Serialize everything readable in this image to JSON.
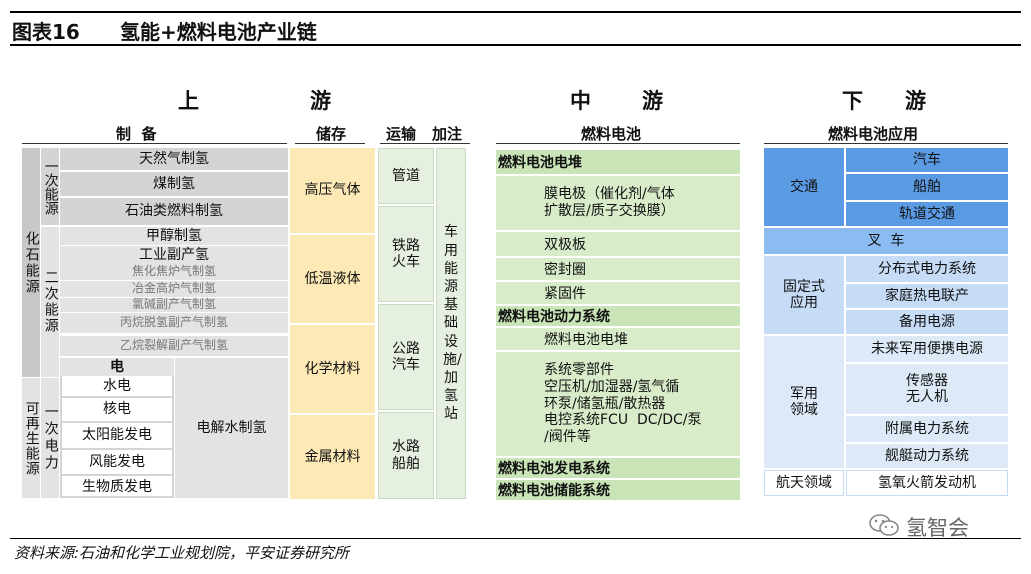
{
  "header": {
    "title": "图表16",
    "subtitle": "氢能+燃料电池产业链"
  },
  "streams": {
    "upstream": [
      "上",
      "游"
    ],
    "midstream": [
      "中",
      "游"
    ],
    "downstream": [
      "下",
      "游"
    ]
  },
  "sub_headers": {
    "prep": "制  备",
    "storage": "储存",
    "transport": "运输",
    "refuel": "加注",
    "fuel_cell": "燃料电池",
    "application": "燃料电池应用"
  },
  "upstream": {
    "fossil_label": "化石能源",
    "primary_label": "一次能源",
    "secondary_label": "二次能源",
    "renewable_label": "可再生能源",
    "renew_primary_label": "一次电力",
    "primary_items": [
      "天然气制氢",
      "煤制氢",
      "石油类燃料制氢"
    ],
    "secondary_items": [
      "甲醇制氢",
      "工业副产氢",
      "焦化焦炉气制氢",
      "冶金高炉气制氢",
      "氯碱副产气制氢",
      "丙烷脱氢副产气制氢",
      "乙烷裂解副产气制氢"
    ],
    "electricity": "电",
    "renewable_items": [
      "水电",
      "核电",
      "太阳能发电",
      "风能发电",
      "生物质发电"
    ],
    "electrolysis": "电解水制氢",
    "storage": [
      "高压气体",
      "低温液体",
      "化学材料",
      "金属材料"
    ],
    "transport": [
      "管道",
      "铁路火车",
      "公路汽车",
      "水路船舶"
    ],
    "refuel_text": "车用能源基础设施/加氢站"
  },
  "midstream": {
    "stack_title": "燃料电池电堆",
    "stack_items": [
      "膜电极（催化剂/气体扩散层/质子交换膜）",
      "双极板",
      "密封圈",
      "紧固件"
    ],
    "power_title": "燃料电池动力系统",
    "power_items": [
      "燃料电池电堆",
      "系统零部件 空压机/加湿器/氢气循环泵/储氢瓶/散热器 电控系统FCU DC/DC/泵/阀件等"
    ],
    "power_detail_lines": [
      "系统零部件",
      "空压机/加湿器/氢气循",
      "环泵/储氢瓶/散热器",
      "电控系统FCU  DC/DC/泵",
      "/阀件等"
    ],
    "membrane_lines": [
      "膜电极（催化剂/气体",
      "扩散层/质子交换膜）"
    ],
    "gen_title": "燃料电池发电系统",
    "store_title": "燃料电池储能系统"
  },
  "downstream": {
    "transport_label": "交通",
    "transport_items": [
      "汽车",
      "船舶",
      "轨道交通"
    ],
    "forklift": "叉  车",
    "fixed_label": "固定式应用",
    "fixed_label_lines": [
      "固定式",
      "应用"
    ],
    "fixed_items": [
      "分布式电力系统",
      "家庭热电联产",
      "备用电源"
    ],
    "military_label": "军用领域",
    "military_label_lines": [
      "军用",
      "领域"
    ],
    "military_items": [
      "未来军用便携电源",
      "传感器 无人机",
      "附属电力系统",
      "舰艇动力系统"
    ],
    "sensor_lines": [
      "传感器",
      "无人机"
    ],
    "aero_label": "航天领域",
    "aero_item": "氢氧火箭发动机"
  },
  "watermark": "氢智会",
  "source": "资料来源:石油和化学工业规划院，平安证券研究所"
}
